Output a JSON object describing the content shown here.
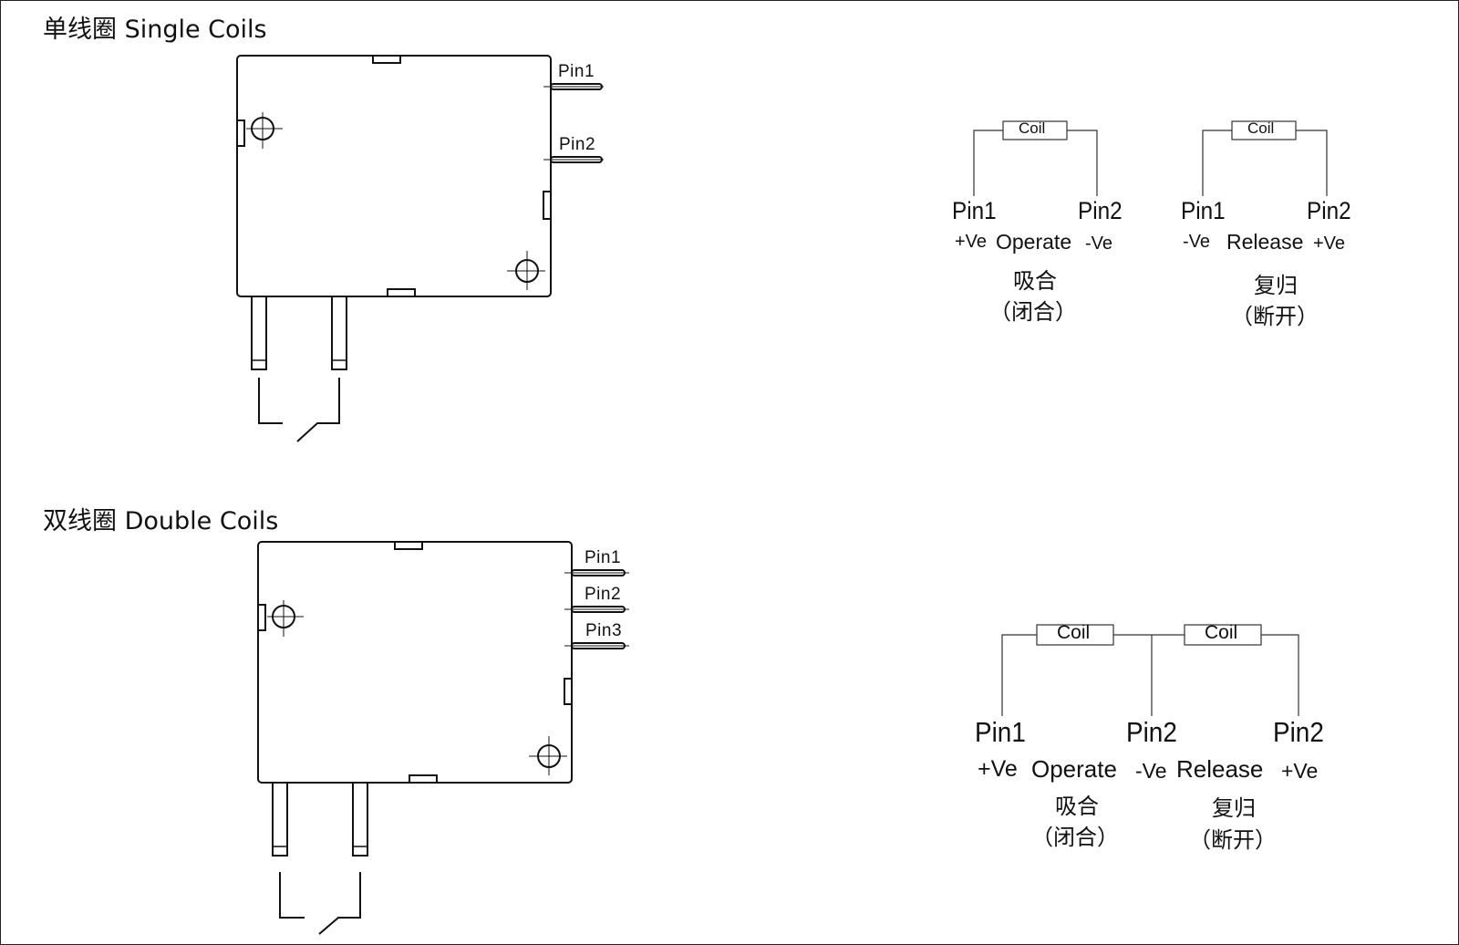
{
  "sections": {
    "single": {
      "title": "单线圈 Single Coils",
      "relay_pins": [
        "Pin1",
        "Pin2"
      ],
      "schematics": [
        {
          "coil": "Coil",
          "left_pin": "Pin1",
          "right_pin": "Pin2",
          "left_pol": "+Ve",
          "action": "Operate",
          "right_pol": "-Ve",
          "cn1": "吸合",
          "cn2": "（闭合）"
        },
        {
          "coil": "Coil",
          "left_pin": "Pin1",
          "right_pin": "Pin2",
          "left_pol": "-Ve",
          "action": "Release",
          "right_pol": "+Ve",
          "cn1": "复归",
          "cn2": "（断开）"
        }
      ]
    },
    "double": {
      "title": "双线圈 Double Coils",
      "relay_pins": [
        "Pin1",
        "Pin2",
        "Pin3"
      ],
      "schematic": {
        "coil_left": "Coil",
        "coil_right": "Coil",
        "pin_a": "Pin1",
        "pin_b": "Pin2",
        "pin_c": "Pin2",
        "pol_a": "+Ve",
        "action_a": "Operate",
        "pol_b": "-Ve",
        "action_b": "Release",
        "pol_c": "+Ve",
        "cn_a1": "吸合",
        "cn_a2": "（闭合）",
        "cn_b1": "复归",
        "cn_b2": "（断开）"
      }
    }
  }
}
